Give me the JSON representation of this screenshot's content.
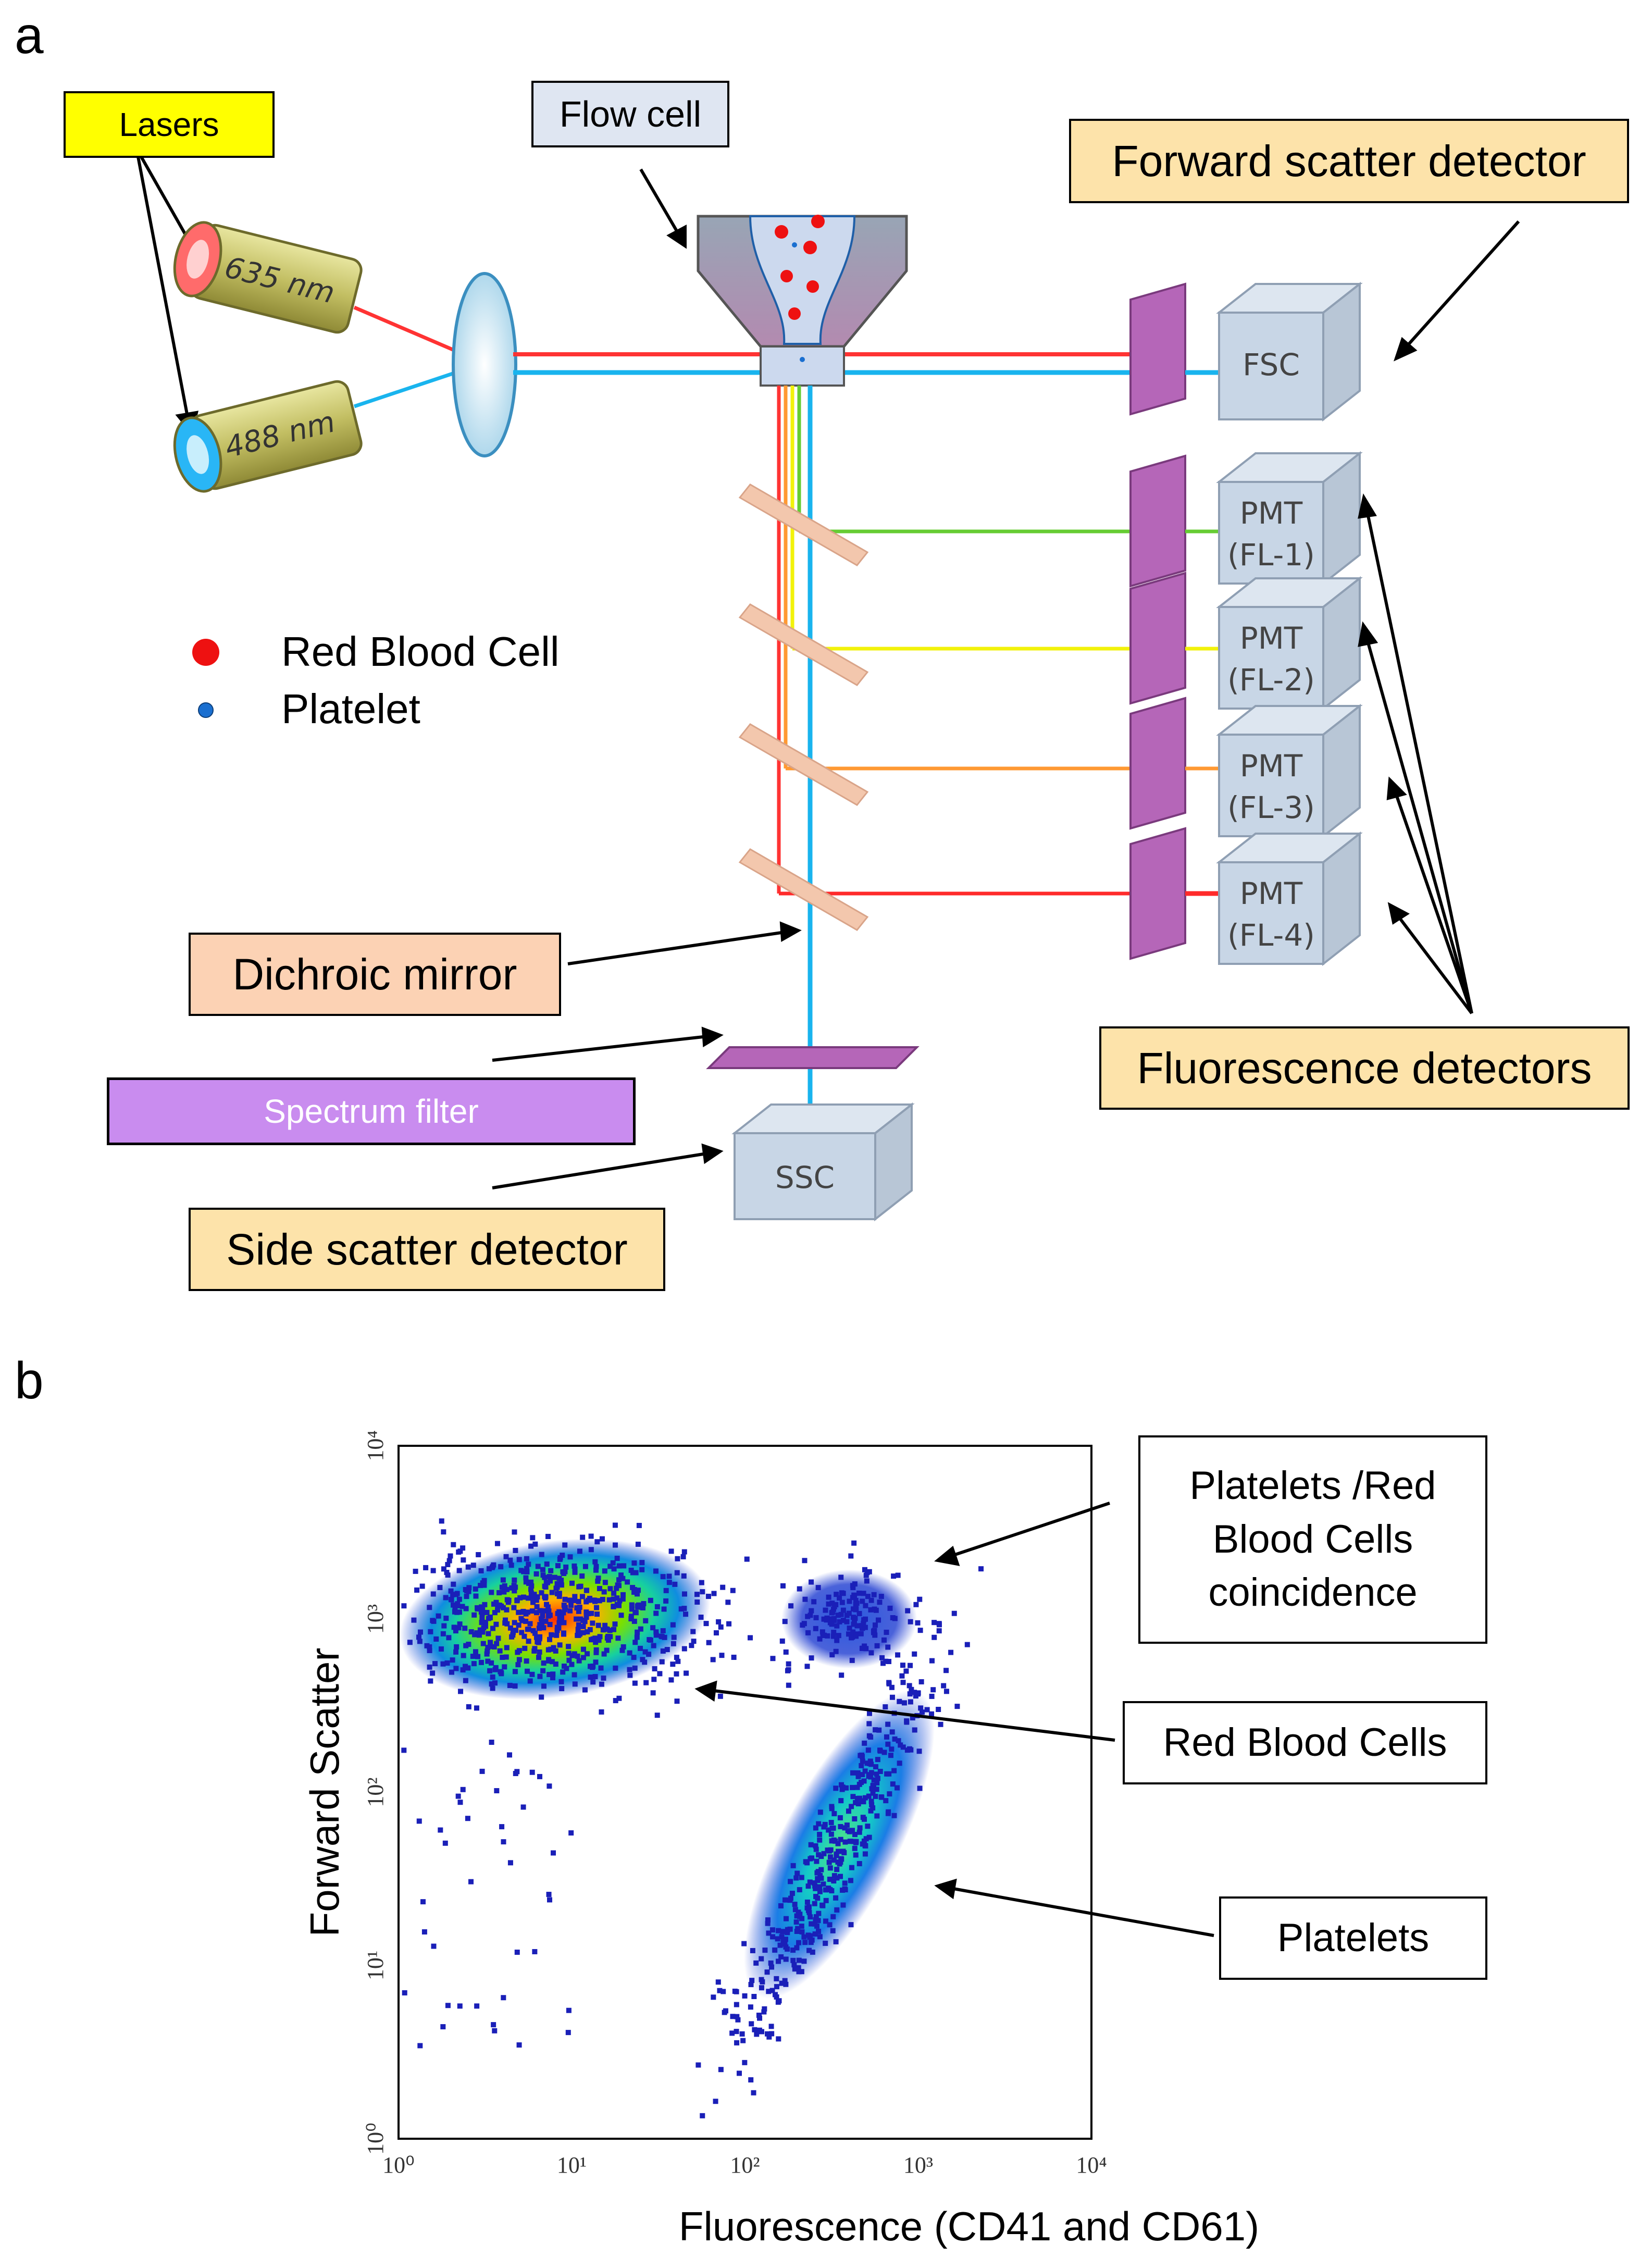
{
  "panel_a": {
    "letter": "a",
    "labels": {
      "lasers": "Lasers",
      "flow_cell": "Flow cell",
      "forward_scatter_detector": "Forward scatter detector",
      "dichroic_mirror": "Dichroic mirror",
      "spectrum_filter": "Spectrum filter",
      "side_scatter_detector": "Side scatter detector",
      "fluorescence_detectors": "Fluorescence detectors"
    },
    "lasers": [
      {
        "label": "635 nm",
        "color": "#ff3333"
      },
      {
        "label": "488 nm",
        "color": "#19b4ee"
      }
    ],
    "detectors": {
      "fsc": "FSC",
      "ssc": "SSC",
      "pmts": [
        {
          "line1": "PMT",
          "line2": "(FL-1)",
          "color": "#66cc33"
        },
        {
          "line1": "PMT",
          "line2": "(FL-2)",
          "color": "#f2f20a"
        },
        {
          "line1": "PMT",
          "line2": "(FL-3)",
          "color": "#ff9933"
        },
        {
          "line1": "PMT",
          "line2": "(FL-4)",
          "color": "#ff2a2a"
        }
      ]
    },
    "legend": {
      "red_blood_cell": "Red Blood Cell",
      "platelet": "Platelet"
    },
    "colors": {
      "red_cell": "#ee1111",
      "platelet": "#1a6fd0",
      "detector_fill": "#c8d6e6",
      "filter_fill": "#b566b8"
    }
  },
  "panel_b": {
    "letter": "b",
    "annotations": {
      "coincidence": "Platelets /Red Blood Cells coincidence",
      "red_blood_cells": "Red Blood Cells",
      "platelets": "Platelets"
    },
    "chart_data": {
      "type": "scatter",
      "xlabel": "Fluorescence (CD41 and CD61)",
      "ylabel": "Forward Scatter",
      "xscale": "log",
      "yscale": "log",
      "xlim": [
        1,
        10000
      ],
      "ylim": [
        1,
        10000
      ],
      "xticks": [
        "10⁰",
        "10¹",
        "10²",
        "10³",
        "10⁴"
      ],
      "yticks": [
        "10⁰",
        "10¹",
        "10²",
        "10³",
        "10⁴"
      ],
      "clusters": [
        {
          "population": "Red Blood Cells",
          "center": [
            8,
            1000
          ],
          "peak_density": "high"
        },
        {
          "population": "Platelets /Red Blood Cells coincidence",
          "center": [
            400,
            1000
          ],
          "peak_density": "low"
        },
        {
          "population": "Platelets",
          "center": [
            350,
            50
          ],
          "peak_density": "medium"
        }
      ]
    }
  }
}
